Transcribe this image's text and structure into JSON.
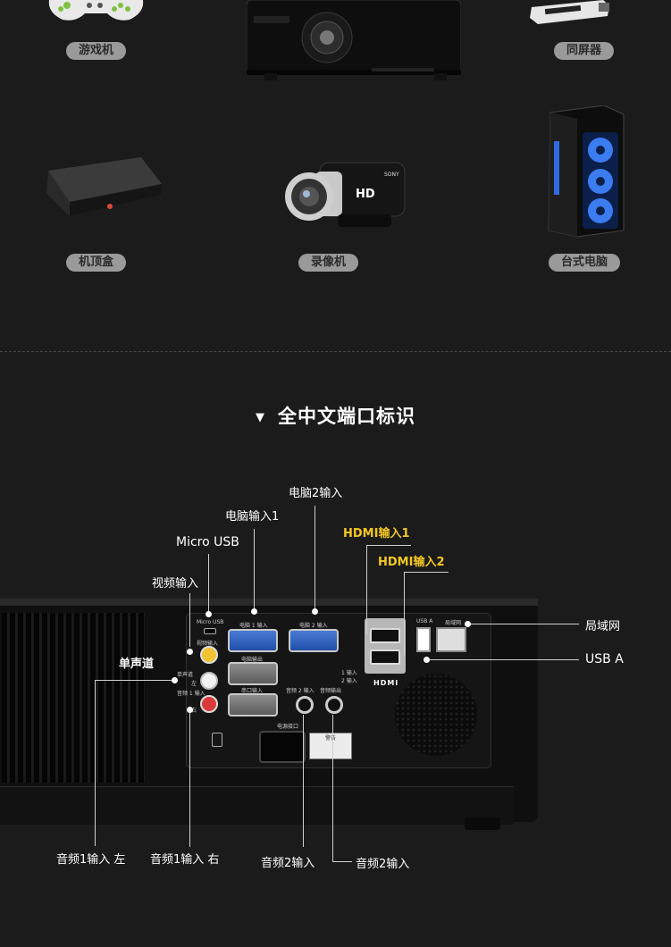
{
  "devices": [
    {
      "name": "游戏机"
    },
    {
      "name": "同屏器"
    },
    {
      "name": "机顶盒"
    },
    {
      "name": "录像机"
    },
    {
      "name": "台式电脑"
    }
  ],
  "section_title": "全中文端口标识",
  "camera_brand": "SONY",
  "camera_hd": "HD",
  "callouts": {
    "computer2_in": "电脑2输入",
    "computer1_in": "电脑输入1",
    "micro_usb": "Micro USB",
    "hdmi1": "HDMI输入1",
    "hdmi2": "HDMI输入2",
    "video_in": "视频输入",
    "mono": "单声道",
    "lan": "局域网",
    "usb_a": "USB A",
    "audio1_left": "音频1输入  左",
    "audio1_right": "音频1输入  右",
    "audio2_in": "音频2输入",
    "audio2_out": "音频2输入"
  },
  "panel_labels": {
    "micro_usb": "Micro USB",
    "video_in": "视频输入",
    "pc1_in": "电脑 1 输入",
    "pc2_in": "电脑 2 输入",
    "pc_out": "电脑输出",
    "serial": "串口输入",
    "audio2_in": "音频 2 输入",
    "audio_out": "音频输出",
    "mono": "单声道",
    "left": "左",
    "right": "右",
    "audio1_in": "音频 1 输入",
    "hdmi_in_1": "1 输入",
    "hdmi_in_2": "2 输入",
    "hdmi_logo": "HDMI",
    "usb_a": "USB A",
    "lan": "局域网",
    "power": "电源接口",
    "warning": "警告"
  }
}
